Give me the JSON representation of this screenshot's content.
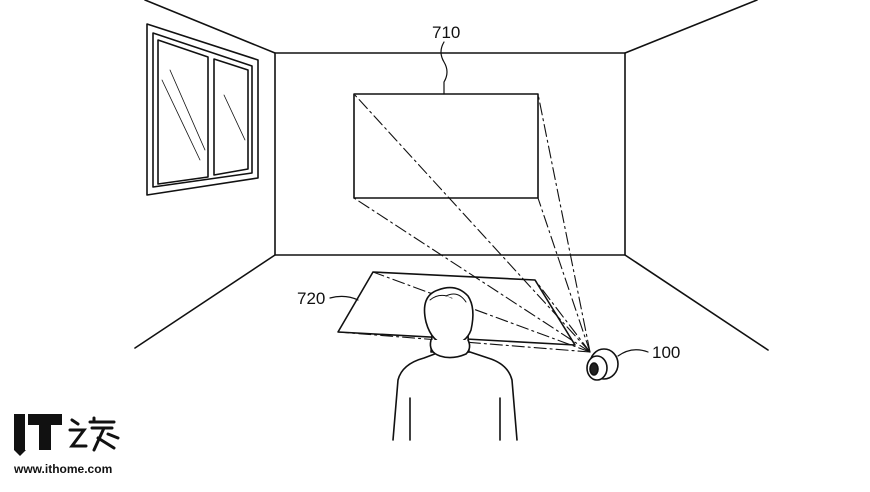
{
  "labels": {
    "screen_ref": "710",
    "floor_ref": "720",
    "device_ref": "100"
  },
  "watermark": {
    "logo_text": "IT之家",
    "url": "www.ithome.com"
  }
}
